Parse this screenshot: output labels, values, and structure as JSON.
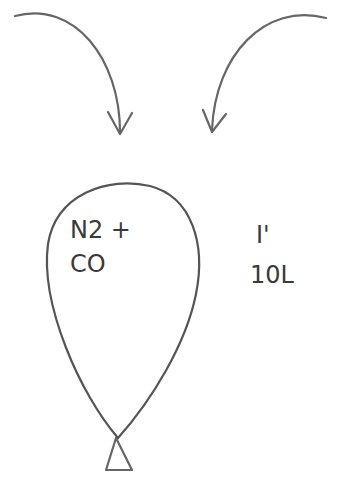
{
  "diagram": {
    "nodes": [
      {
        "text": [
          "N2 + CO"
        ]
      }
    ],
    "labels": [
      "I'",
      "10L"
    ]
  }
}
